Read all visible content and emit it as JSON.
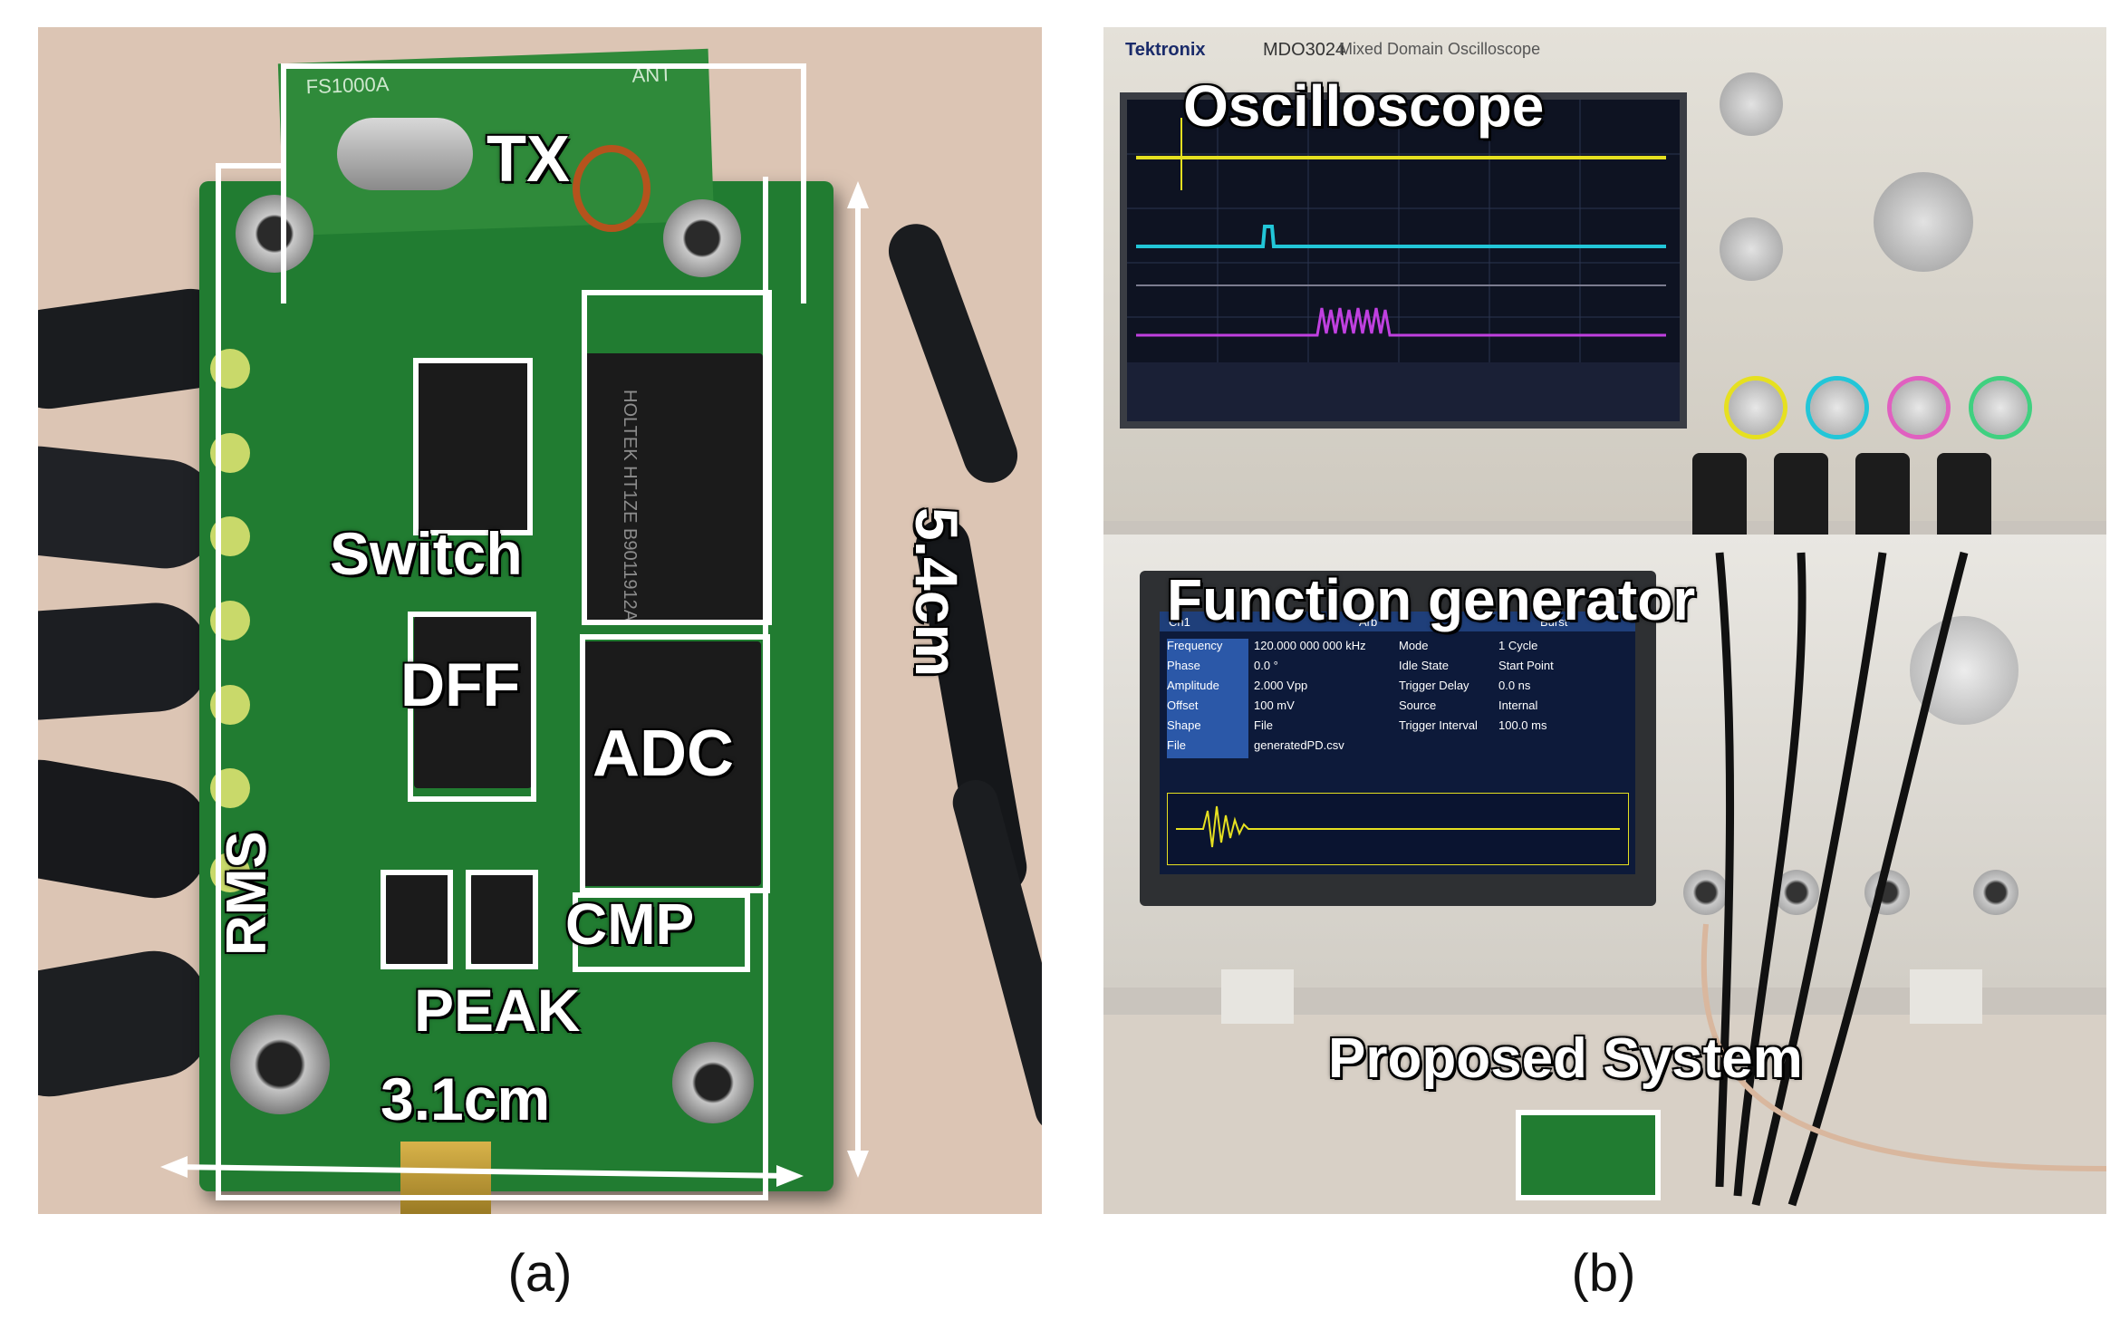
{
  "panel_a": {
    "labels": {
      "tx": "TX",
      "switch": "Switch",
      "dff": "DFF",
      "adc": "ADC",
      "rms": "RMS",
      "peak": "PEAK",
      "cmp": "CMP",
      "height": "5.4cm",
      "width": "3.1cm"
    },
    "chip_marks": {
      "module": "FS1000A",
      "ant": "ANT",
      "adc_chip": "HOLTEK HT1ZE B9011912A"
    },
    "caption": "(a)"
  },
  "panel_b": {
    "labels": {
      "oscilloscope": "Oscilloscope",
      "function_generator": "Function generator",
      "proposed_system": "Proposed System"
    },
    "device_marks": {
      "brand": "Tektronix",
      "model": "MDO3024",
      "model_desc": "Mixed Domain Oscilloscope"
    },
    "fg_screen": {
      "channel": "Ch1",
      "wave": "Arb",
      "mode_btn": "Burst",
      "rows": [
        {
          "k": "Frequency",
          "v": "120.000 000 000 kHz",
          "k2": "Mode",
          "v2": "1 Cycle"
        },
        {
          "k": "Phase",
          "v": "0.0 °",
          "k2": "Idle State",
          "v2": "Start Point"
        },
        {
          "k": "Amplitude",
          "v": "2.000 Vpp",
          "k2": "Trigger Delay",
          "v2": "0.0 ns"
        },
        {
          "k": "Offset",
          "v": "100 mV",
          "k2": "Source",
          "v2": "Internal"
        },
        {
          "k": "Shape",
          "v": "File",
          "k2": "Trigger Interval",
          "v2": "100.0 ms"
        },
        {
          "k": "File",
          "v": "generatedPD.csv",
          "k2": "",
          "v2": ""
        }
      ]
    },
    "caption": "(b)"
  },
  "colors": {
    "pcb_green": "#1f7a2e",
    "trace_yellow": "#e6e020",
    "trace_cyan": "#22c6d8",
    "trace_magenta": "#c040e0"
  }
}
